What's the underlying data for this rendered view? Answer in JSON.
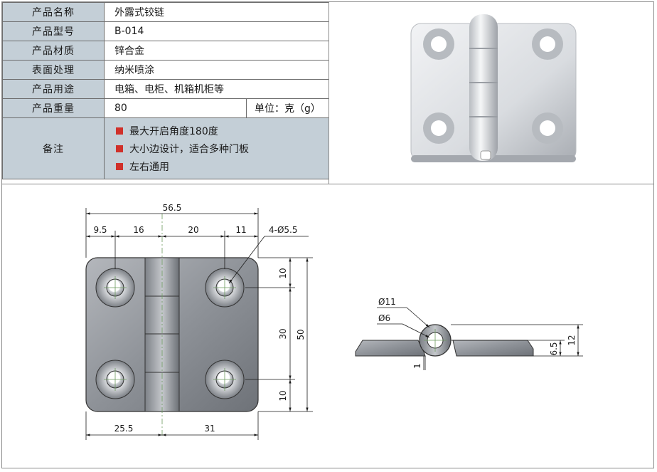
{
  "specs": [
    {
      "label": "产品名称",
      "value": "外露式铰链"
    },
    {
      "label": "产品型号",
      "value": "B-014"
    },
    {
      "label": "产品材质",
      "value": "锌合金"
    },
    {
      "label": "表面处理",
      "value": "纳米喷涂"
    },
    {
      "label": "产品用途",
      "value": "电箱、电柜、机箱机柜等"
    },
    {
      "label": "产品重量",
      "value": "80",
      "unit": "单位：克（g）"
    }
  ],
  "notes": {
    "label": "备注",
    "items": [
      "最大开启角度180度",
      "大小边设计，适合多种门板",
      "左右通用"
    ]
  },
  "front_view_dims": {
    "overall_width": "56.5",
    "top_segments": [
      "9.5",
      "16",
      "20",
      "11"
    ],
    "hole_callout": "4-Ø5.5",
    "right_stack": [
      "10",
      "30",
      "10"
    ],
    "overall_height": "50",
    "bottom_left": "25.5",
    "bottom_right": "31"
  },
  "side_view_dims": {
    "outer_dia": "Ø11",
    "inner_dia": "Ø6",
    "thickness": "1",
    "pin_height": "6.5",
    "total_height": "12"
  },
  "colors": {
    "label_bg": "#c4cfd7",
    "bullet": "#d0302a",
    "border": "#6d6d6d"
  }
}
